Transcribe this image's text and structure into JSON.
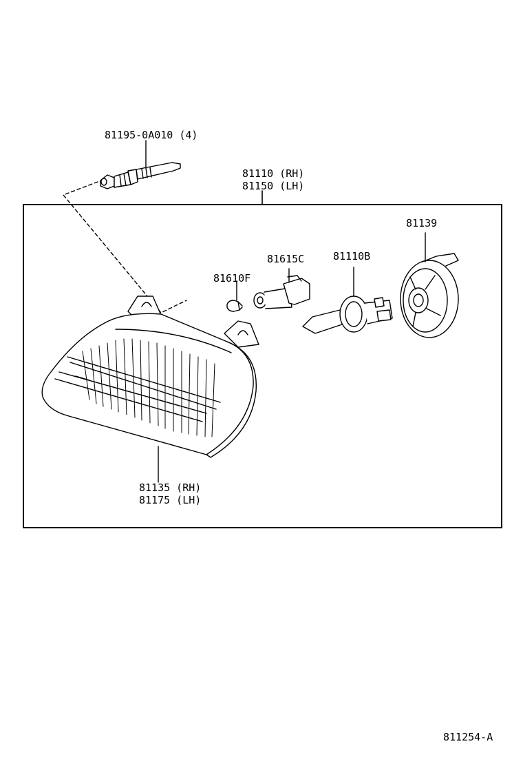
{
  "parts": {
    "screw": {
      "label": "81195-0A010 (4)"
    },
    "headlamp_assembly": {
      "rh": "81110 (RH)",
      "lh": "81150 (LH)"
    },
    "lens": {
      "rh": "81135 (RH)",
      "lh": "81175 (LH)"
    },
    "wedge_bulb": {
      "label": "81610F"
    },
    "socket": {
      "label": "81615C"
    },
    "halogen_bulb": {
      "label": "81110B"
    },
    "cover": {
      "label": "81139"
    }
  },
  "diagram_code": "811254-A"
}
